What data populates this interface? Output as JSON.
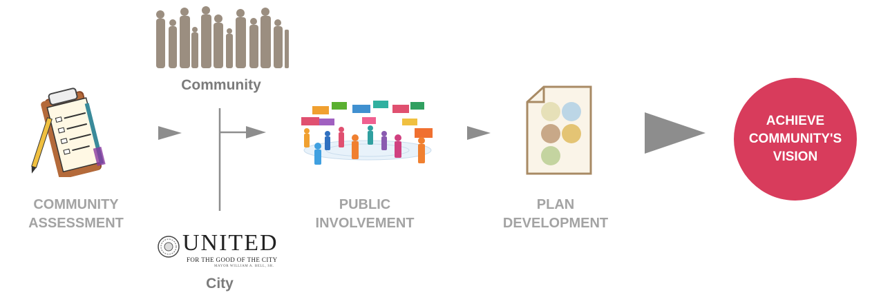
{
  "steps": {
    "assessment": {
      "label": "COMMUNITY\nASSESSMENT"
    },
    "public": {
      "label": "PUBLIC\nINVOLVEMENT"
    },
    "plan": {
      "label": "PLAN\nDEVELOPMENT"
    }
  },
  "inputs": {
    "community": "Community",
    "city": "City"
  },
  "logo": {
    "word": "UNITED",
    "tagline": "FOR THE GOOD OF THE CITY",
    "mayor": "MAYOR WILLIAM A. BELL, SR."
  },
  "goal": {
    "label": "ACHIEVE\nCOMMUNITY'S\nVISION",
    "color": "#d83c5c"
  },
  "colors": {
    "arrow": "#8d8d8d",
    "silhouette": "#9b8e80",
    "label_gray": "#a3a3a3"
  },
  "icons": [
    "clipboard-icon",
    "crowd-silhouette-icon",
    "united-seal-icon",
    "social-network-people-icon",
    "plan-document-icon"
  ]
}
